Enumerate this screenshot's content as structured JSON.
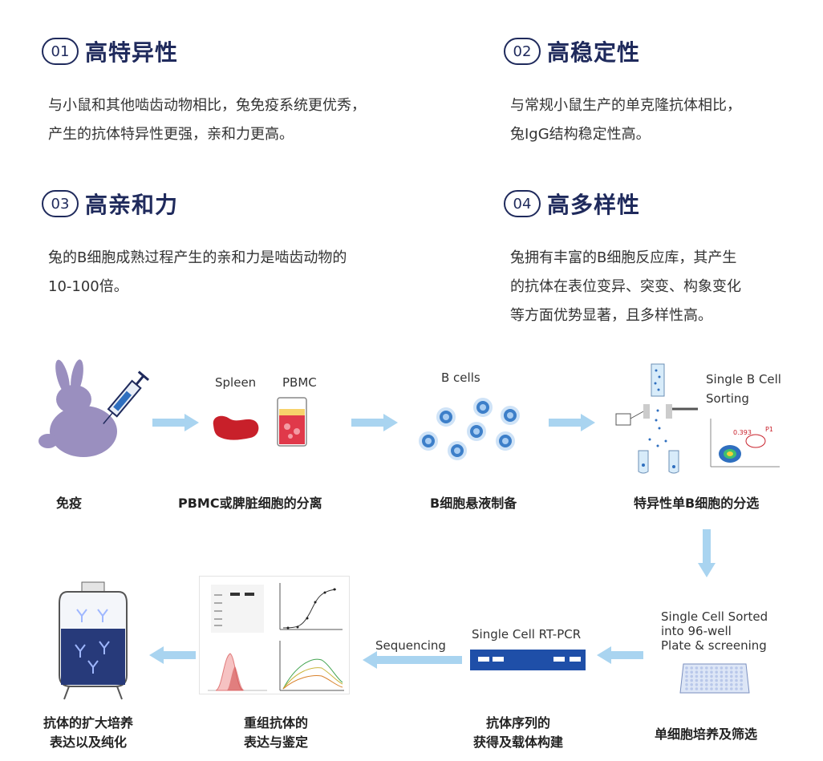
{
  "features": [
    {
      "num": "01",
      "title": "高特异性",
      "desc": [
        "与小鼠和其他啮齿动物相比，兔免疫系统更优秀，",
        "产生的抗体特异性更强，亲和力更高。"
      ]
    },
    {
      "num": "02",
      "title": "高稳定性",
      "desc": [
        "与常规小鼠生产的单克隆抗体相比，",
        "兔IgG结构稳定性高。"
      ]
    },
    {
      "num": "03",
      "title": "高亲和力",
      "desc": [
        "兔的B细胞成熟过程产生的亲和力是啮齿动物的",
        "10-100倍。"
      ]
    },
    {
      "num": "04",
      "title": "高多样性",
      "desc": [
        "兔拥有丰富的B细胞反应库，其产生",
        "的抗体在表位变异、突变、构象变化",
        "等方面优势显著，且多样性高。"
      ]
    }
  ],
  "workflow": {
    "step1": "免疫",
    "step2": "PBMC或脾脏细胞的分离",
    "step3": "B细胞悬液制备",
    "step4": "特异性单B细胞的分选",
    "step5": "单细胞培养及筛选",
    "step6_line1": "抗体序列的",
    "step6_line2": "获得及载体构建",
    "step7_line1": "重组抗体的",
    "step7_line2": "表达与鉴定",
    "step8_line1": "抗体的扩大培养",
    "step8_line2": "表达以及纯化",
    "spleen": "Spleen",
    "pbmc": "PBMC",
    "bcells": "B cells",
    "sorting_line1": "Single B Cell",
    "sorting_line2": "Sorting",
    "sorted_line1": "Single Cell Sorted",
    "sorted_line2": "into 96-well",
    "sorted_line3": "Plate & screening",
    "rtpcr": "Single Cell RT-PCR",
    "sequencing": "Sequencing",
    "facs_gate_value": "0.393",
    "facs_gate_name": "P1"
  },
  "colors": {
    "title": "#1f2a5c",
    "arrow": "#a9d4f0",
    "rabbit": "#9a8fbf",
    "cell": "#3d7fc9",
    "spleen": "#c8202a"
  }
}
